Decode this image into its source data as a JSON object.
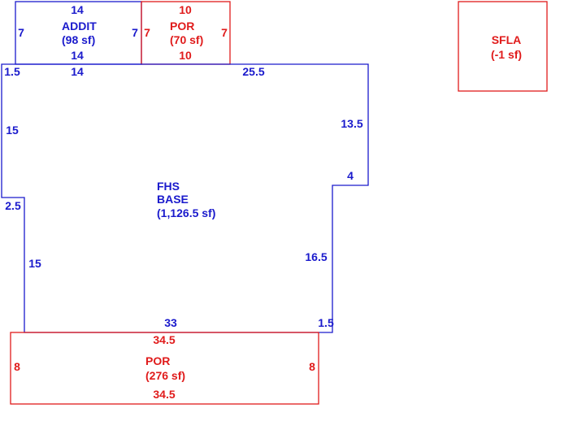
{
  "colors": {
    "blue": "#1a1acc",
    "red": "#e01b1b",
    "background": "#ffffff"
  },
  "addit": {
    "name": "ADDIT",
    "area": "(98 sf)",
    "top": "14",
    "bottom": "14",
    "left": "7",
    "right": "7"
  },
  "por_top": {
    "name": "POR",
    "area": "(70 sf)",
    "top": "10",
    "bottom": "10",
    "left": "7",
    "right": "7"
  },
  "sfla": {
    "name": "SFLA",
    "area": "(-1 sf)"
  },
  "fhs_base": {
    "name_line1": "FHS",
    "name_line2": "BASE",
    "area": "(1,126.5 sf)",
    "dims": {
      "top_left_step": "1.5",
      "top_left": "14",
      "top_right": "25.5",
      "left_upper": "15",
      "right_upper": "13.5",
      "right_step": "4",
      "left_step": "2.5",
      "left_lower": "15",
      "right_lower": "16.5",
      "bottom": "33",
      "bottom_right_step": "1.5"
    }
  },
  "por_bottom": {
    "name": "POR",
    "area": "(276 sf)",
    "top": "34.5",
    "bottom": "34.5",
    "left": "8",
    "right": "8"
  }
}
